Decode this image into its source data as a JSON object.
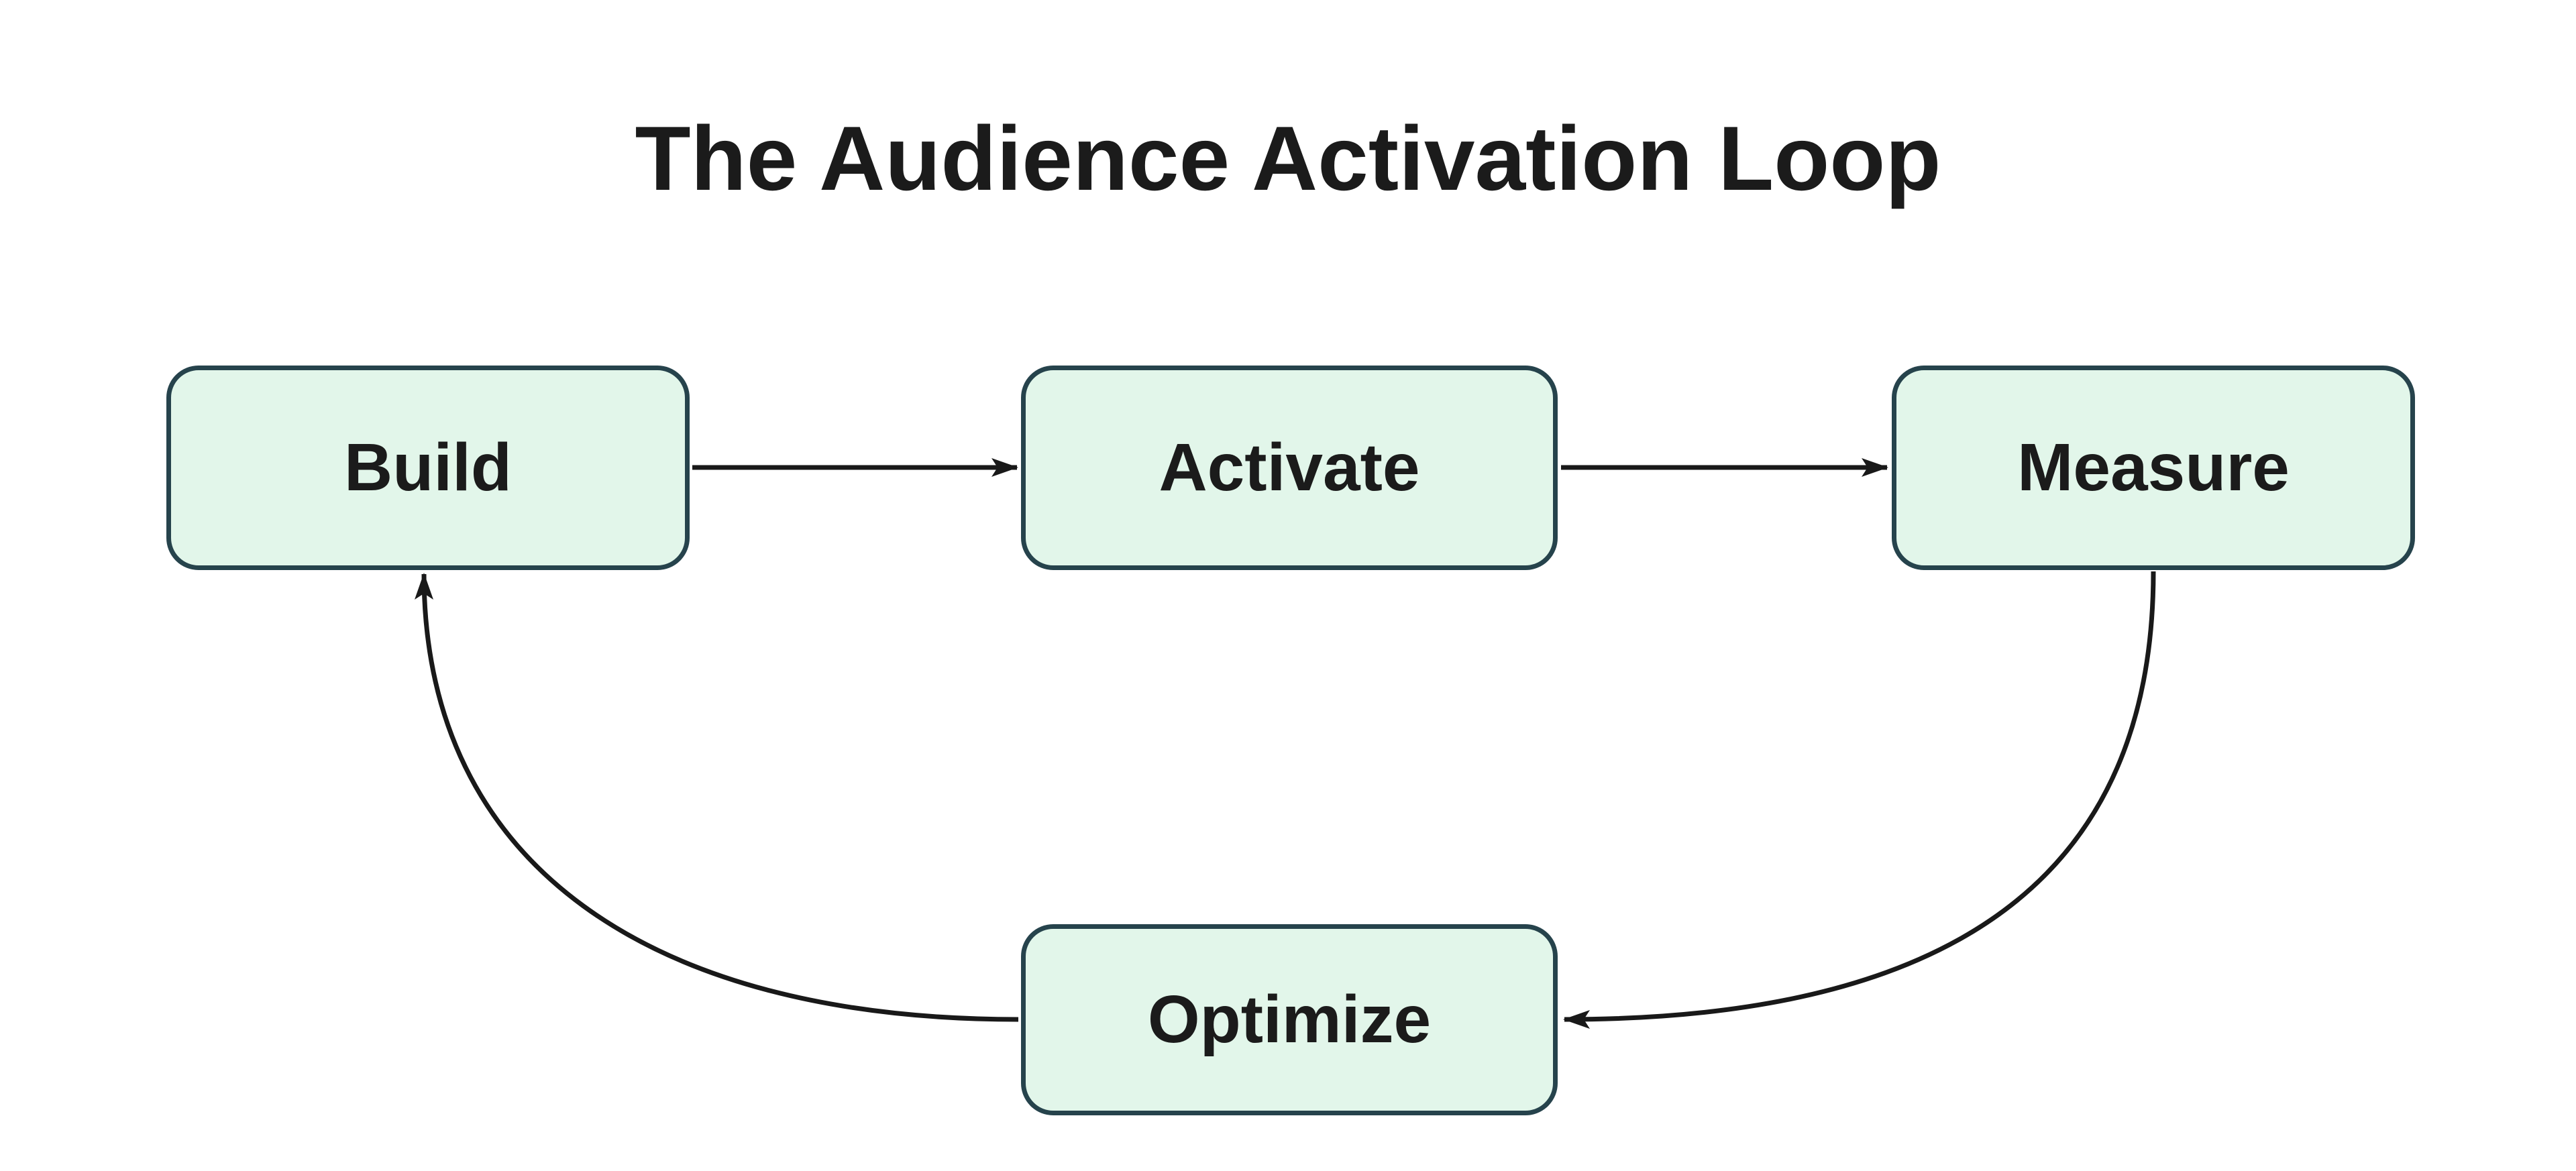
{
  "title": "The Audience Activation Loop",
  "nodes": [
    {
      "id": "build",
      "label": "Build"
    },
    {
      "id": "activate",
      "label": "Activate"
    },
    {
      "id": "measure",
      "label": "Measure"
    },
    {
      "id": "optimize",
      "label": "Optimize"
    }
  ],
  "edges": [
    {
      "from": "Build",
      "to": "Activate"
    },
    {
      "from": "Activate",
      "to": "Measure"
    },
    {
      "from": "Measure",
      "to": "Optimize"
    },
    {
      "from": "Optimize",
      "to": "Build"
    }
  ],
  "colors": {
    "background": "#ffffff",
    "node_fill": "#e2f6ea",
    "node_border": "#26434c",
    "text": "#1b1b1b",
    "arrow": "#191919"
  }
}
